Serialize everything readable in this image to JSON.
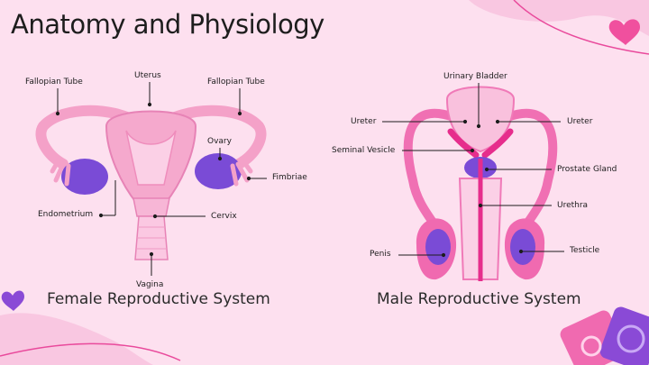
{
  "title": "Anatomy and Physiology",
  "female": {
    "caption": "Female Reproductive System",
    "labels": {
      "fallopian_left": "Fallopian Tube",
      "uterus": "Uterus",
      "fallopian_right": "Fallopian Tube",
      "ovary": "Ovary",
      "fimbriae": "Fimbriae",
      "endometrium": "Endometrium",
      "cervix": "Cervix",
      "vagina": "Vagina"
    }
  },
  "male": {
    "caption": "Male Reproductive System",
    "labels": {
      "urinary_bladder": "Urinary Bladder",
      "ureter_left": "Ureter",
      "ureter_right": "Ureter",
      "seminal_vesicle": "Seminal Vesicle",
      "prostate_gland": "Prostate Gland",
      "urethra": "Urethra",
      "penis": "Penis",
      "testicle": "Testicle"
    }
  },
  "colors": {
    "background": "#fde0ef",
    "accent": "#f05aa8",
    "purple": "#7a4bd6",
    "light_pink": "#f7b6d6"
  }
}
